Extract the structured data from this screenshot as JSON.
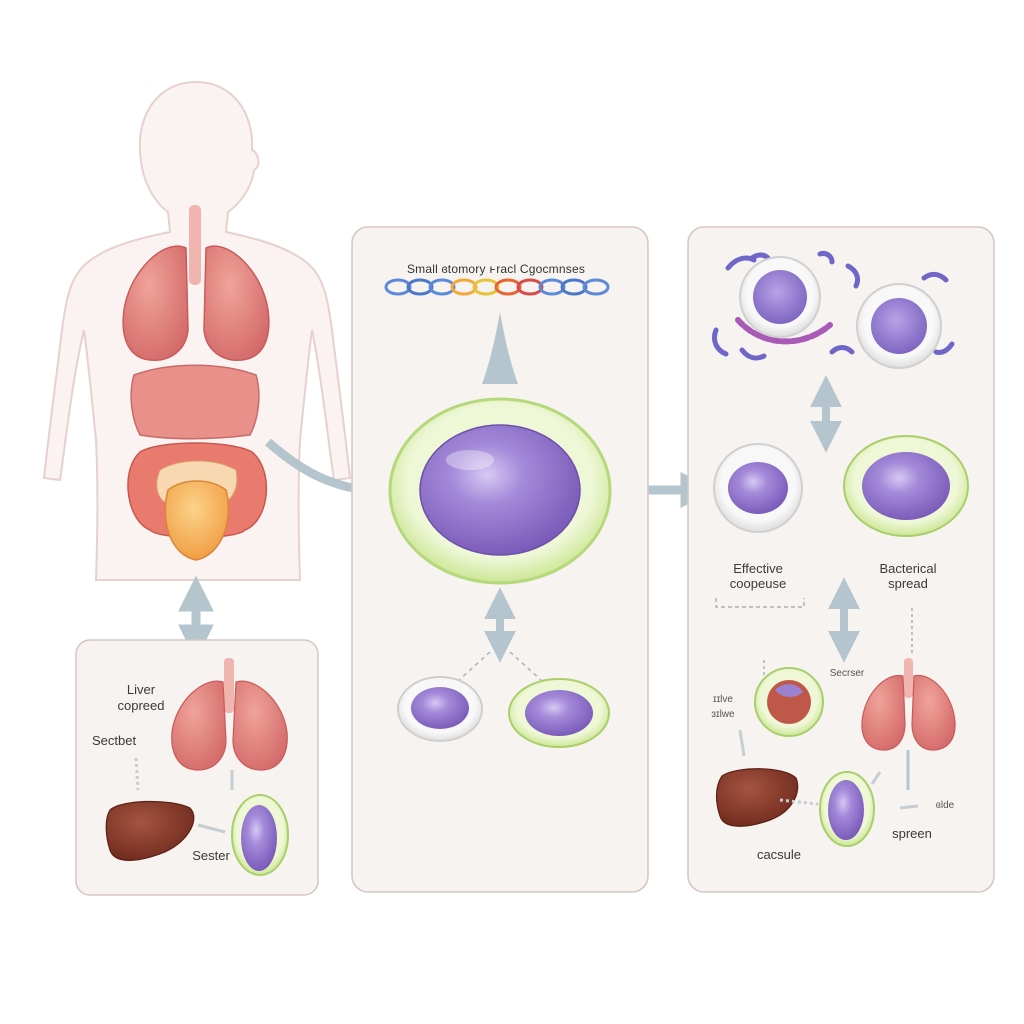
{
  "labels": {
    "chain_title": "Small ɞtomory ͱracl Cgocmnses",
    "liver_a": "Liver",
    "liver_b": "copreed",
    "left_side": "Sectbet",
    "left_bottom": "Sester",
    "effective_a": "Effective",
    "effective_b": "coopeuse",
    "bacterial_a": "Bacterical",
    "bacterial_b": "spread",
    "right_top": "Secrser",
    "right_left_a": "ɪɪlve",
    "right_left_b": "ɜɪlwe",
    "right_small": "ɞlde",
    "capsule": "cacsule",
    "spleen": "spreen"
  },
  "colors": {
    "panel_fill": "#f7f3f1",
    "panel_border": "#d7c5c2",
    "body_outline": "#e6d1cd",
    "arrow": "#b5c5cd",
    "lung": "#e07c7c",
    "liver": "#8a3b2a",
    "cell_purple": "#9b82d0",
    "capsule_green": "#c7e48c",
    "capsule_grey": "#e2e2e2",
    "stomach": "#f4b25a"
  },
  "icons": [
    "human-silhouette-icon",
    "lungs-icon",
    "liver-icon",
    "spleen-icon",
    "bacterium-cell-icon",
    "bacterial-chain-icon"
  ]
}
